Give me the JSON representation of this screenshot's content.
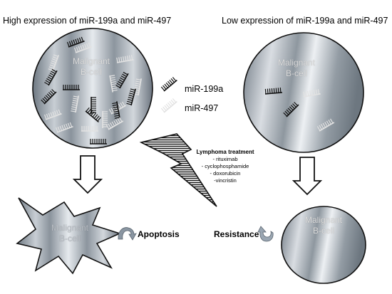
{
  "left_panel": {
    "heading": "High expression of miR-199a and miR-497",
    "cell_label_line1": "Malignant",
    "cell_label_line2": "B-cell",
    "outcome_label_line1": "Malignant",
    "outcome_label_line2": "B-cell",
    "outcome_text": "Apoptosis"
  },
  "right_panel": {
    "heading": "Low expression of miR-199a and miR-497",
    "cell_label_line1": "Malignant",
    "cell_label_line2": "B-cell",
    "outcome_label_line1": "Malignant",
    "outcome_label_line2": "B-cell",
    "outcome_text": "Resistance"
  },
  "legend": {
    "items": [
      {
        "label": "miR-199a",
        "color": "#111111"
      },
      {
        "label": "miR-497",
        "color": "#cfcfcf"
      }
    ]
  },
  "treatment": {
    "title": "Lymphoma treatment",
    "drugs": [
      "- rituximab",
      "- cyclophosphamide",
      "- doxorubicin",
      "-vincristin"
    ]
  },
  "colors": {
    "mir199a": "#111111",
    "mir497": "#d0d0d0",
    "cell_dark": "#7d8690",
    "cell_light": "#e4e8ec"
  }
}
